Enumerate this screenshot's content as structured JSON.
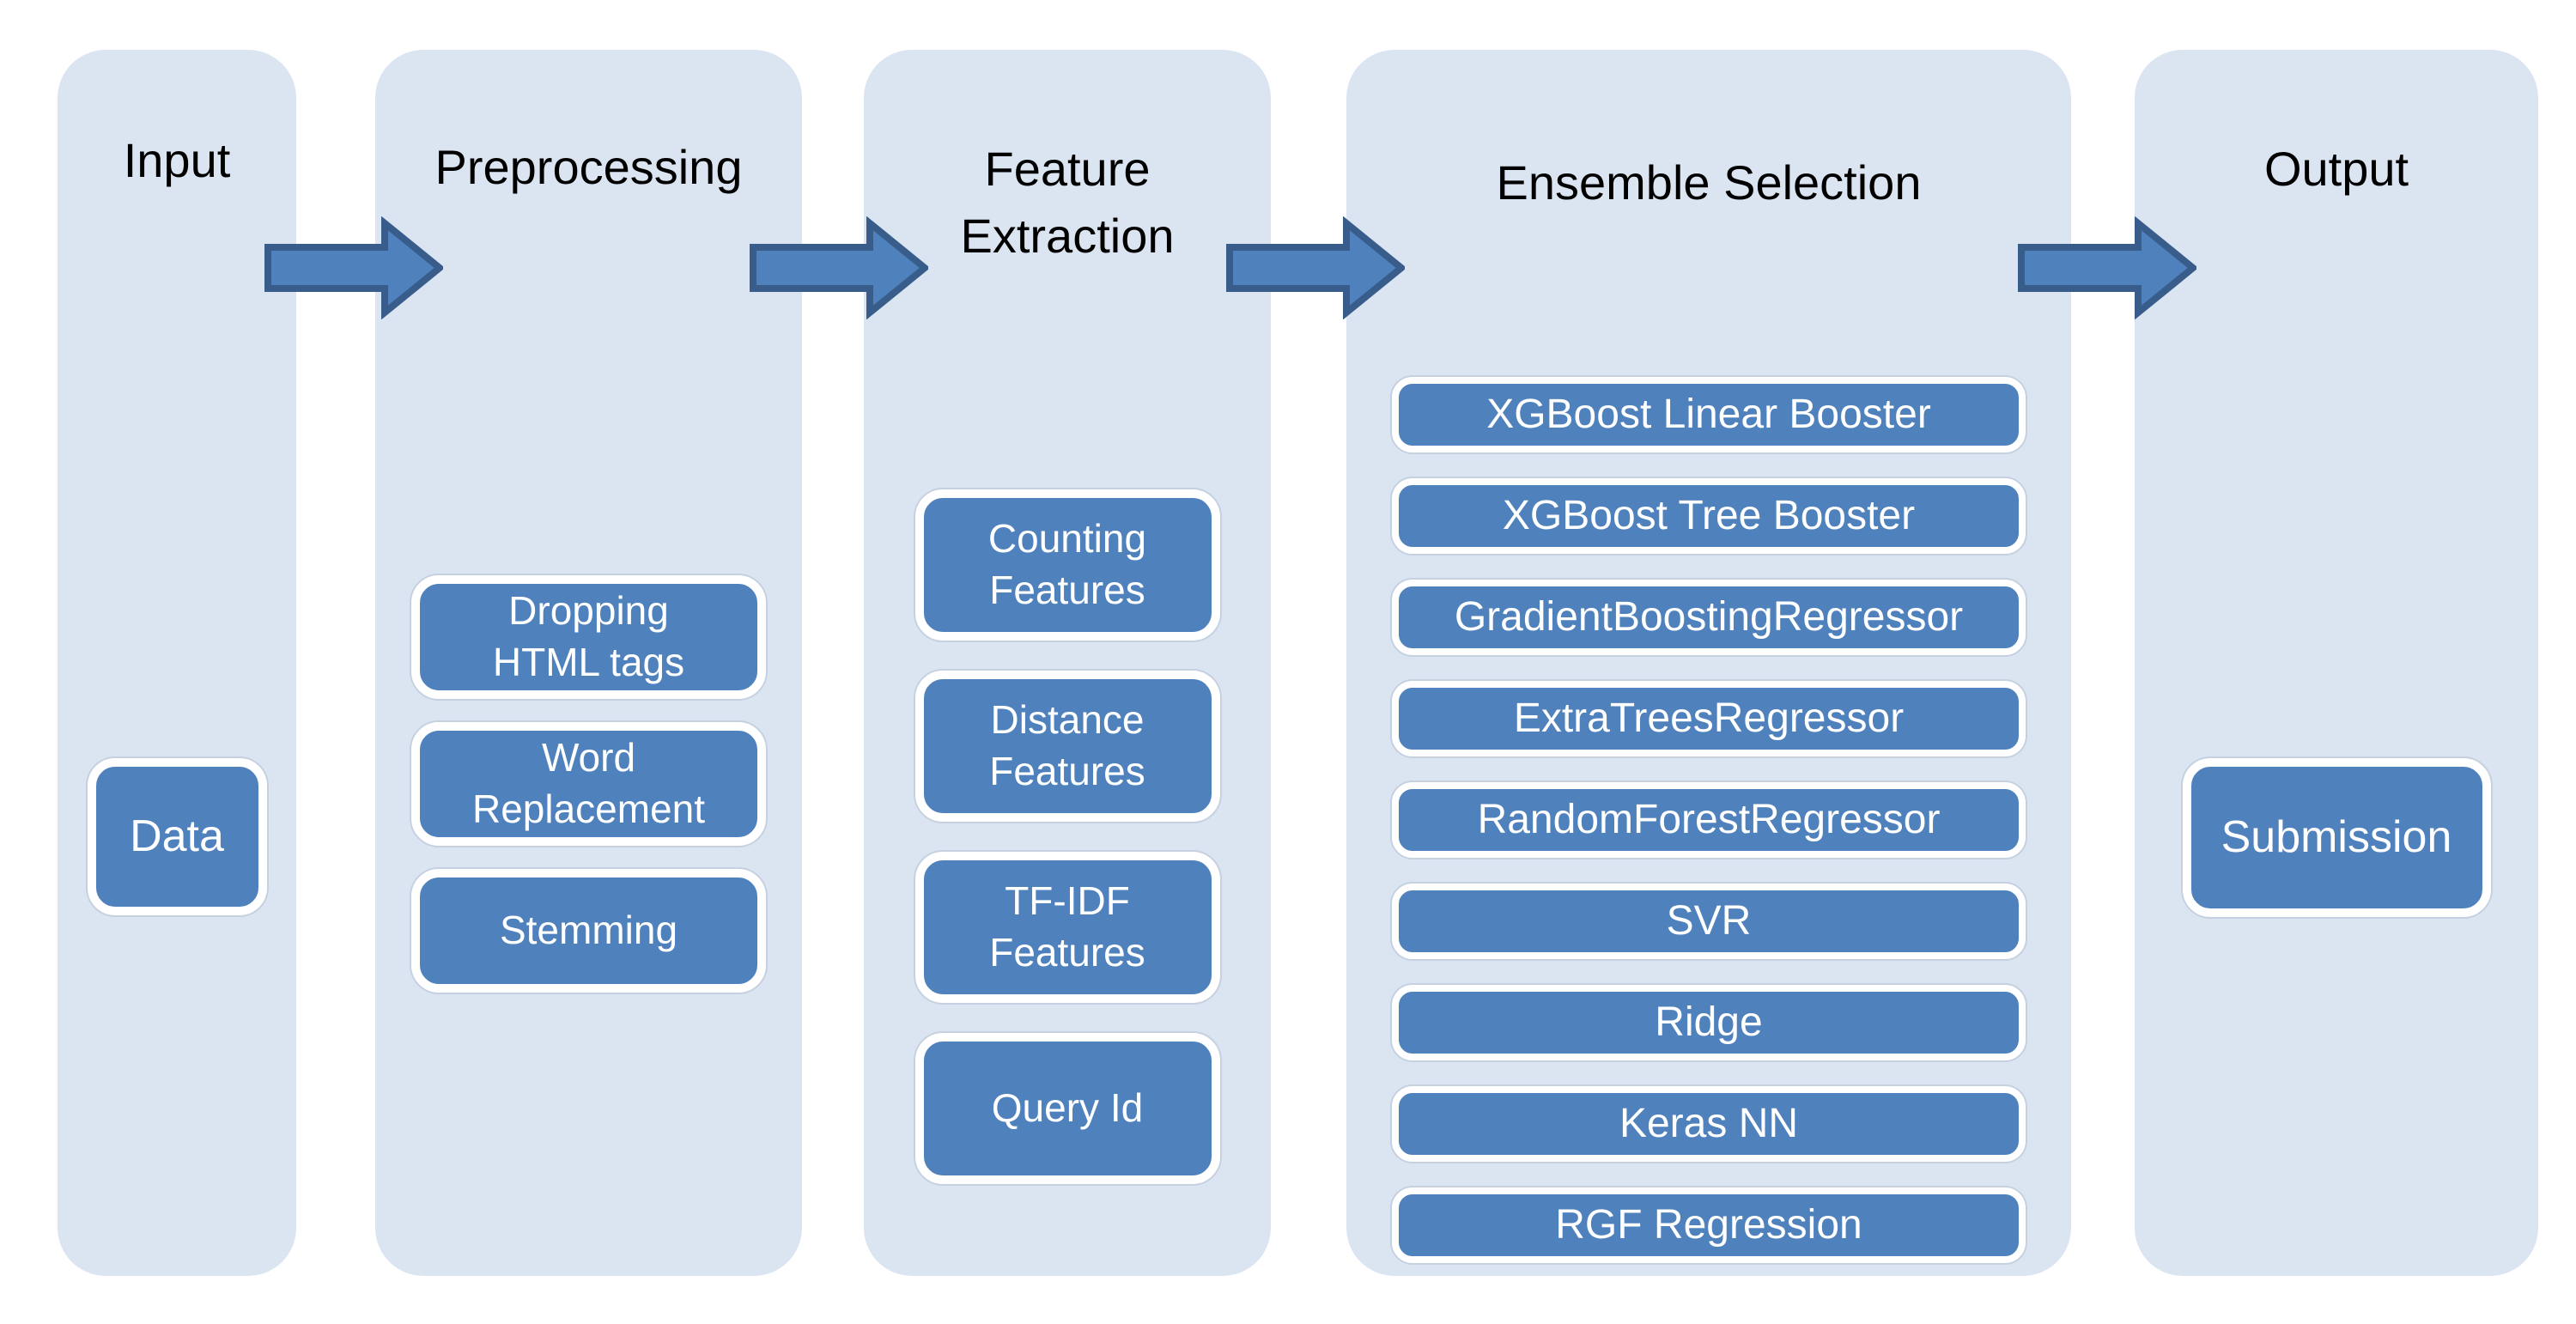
{
  "colors": {
    "canvas_bg": "#ffffff",
    "column_bg": "#dbe5f1",
    "node_fill": "#4f81bd",
    "node_border": "#ffffff",
    "node_text": "#ffffff",
    "arrow_fill": "#4f81bd",
    "arrow_outline": "#385d8a",
    "title_text": "#000000"
  },
  "columns": [
    {
      "title": "Input",
      "nodes": [
        "Data"
      ]
    },
    {
      "title": "Preprocessing",
      "nodes": [
        "Dropping\nHTML tags",
        "Word\nReplacement",
        "Stemming"
      ]
    },
    {
      "title": "Feature\nExtraction",
      "nodes": [
        "Counting\nFeatures",
        "Distance\nFeatures",
        "TF-IDF\nFeatures",
        "Query Id"
      ]
    },
    {
      "title": "Ensemble Selection",
      "nodes": [
        "XGBoost  Linear Booster",
        "XGBoost Tree Booster",
        "GradientBoostingRegressor",
        "ExtraTreesRegressor",
        "RandomForestRegressor",
        "SVR",
        "Ridge",
        "Keras NN",
        "RGF Regression"
      ]
    },
    {
      "title": "Output",
      "nodes": [
        "Submission"
      ]
    }
  ],
  "arrows": [
    {
      "from": "Input",
      "to": "Preprocessing"
    },
    {
      "from": "Preprocessing",
      "to": "Feature Extraction"
    },
    {
      "from": "Feature Extraction",
      "to": "Ensemble Selection"
    },
    {
      "from": "Ensemble Selection",
      "to": "Output"
    }
  ]
}
